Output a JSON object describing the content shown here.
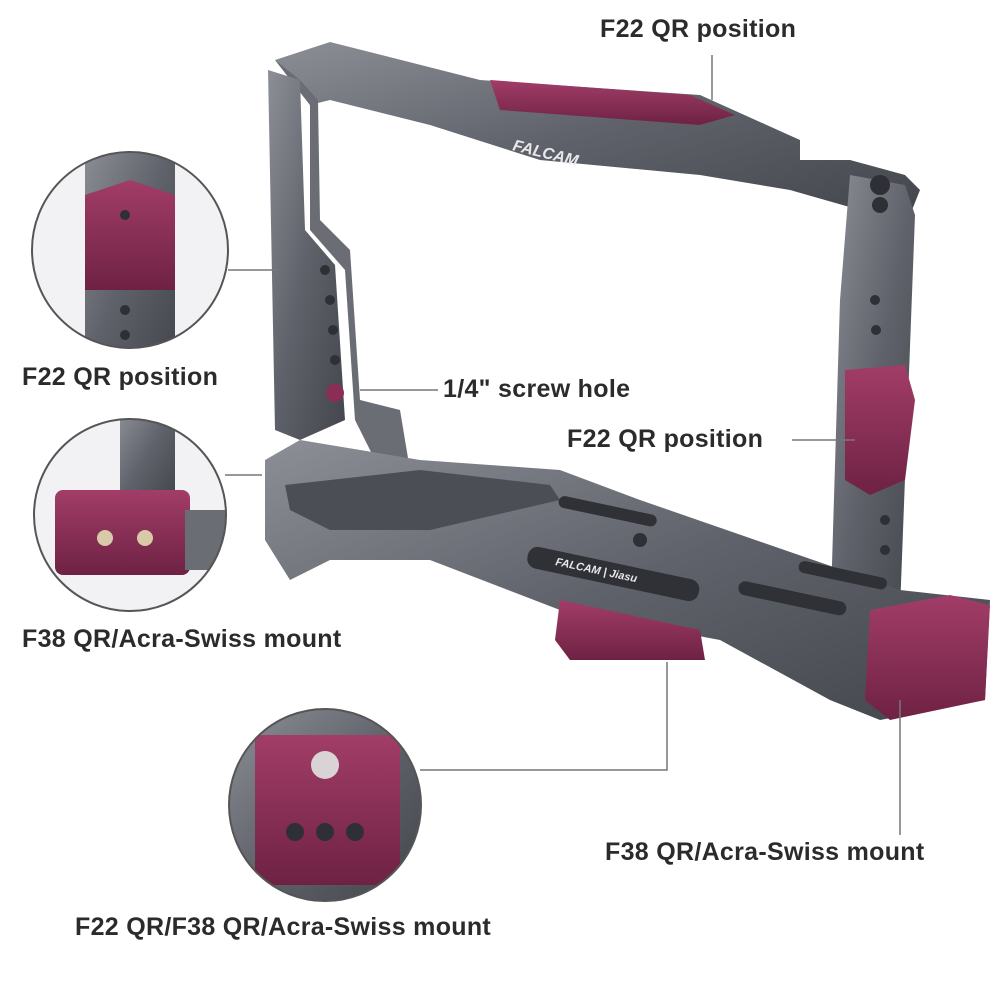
{
  "brand": "FALCAM",
  "brand_cobrand": "FALCAM | Jiasu",
  "labels": {
    "top_qr": "F22 QR position",
    "left_qr": "F22 QR position",
    "screw_hole": "1/4\" screw hole",
    "right_qr": "F22 QR position",
    "left_f38": "F38 QR/Acra-Swiss mount",
    "right_f38": "F38 QR/Acra-Swiss mount",
    "bottom_mount": "F22 QR/F38 QR/Acra-Swiss mount"
  },
  "marks": {
    "f22": "F22",
    "f38": "F38"
  },
  "colors": {
    "accent": "#8a2e55",
    "metal": "#5c5f66",
    "metal_light": "#8a8d94",
    "text": "#2b2b2b"
  }
}
